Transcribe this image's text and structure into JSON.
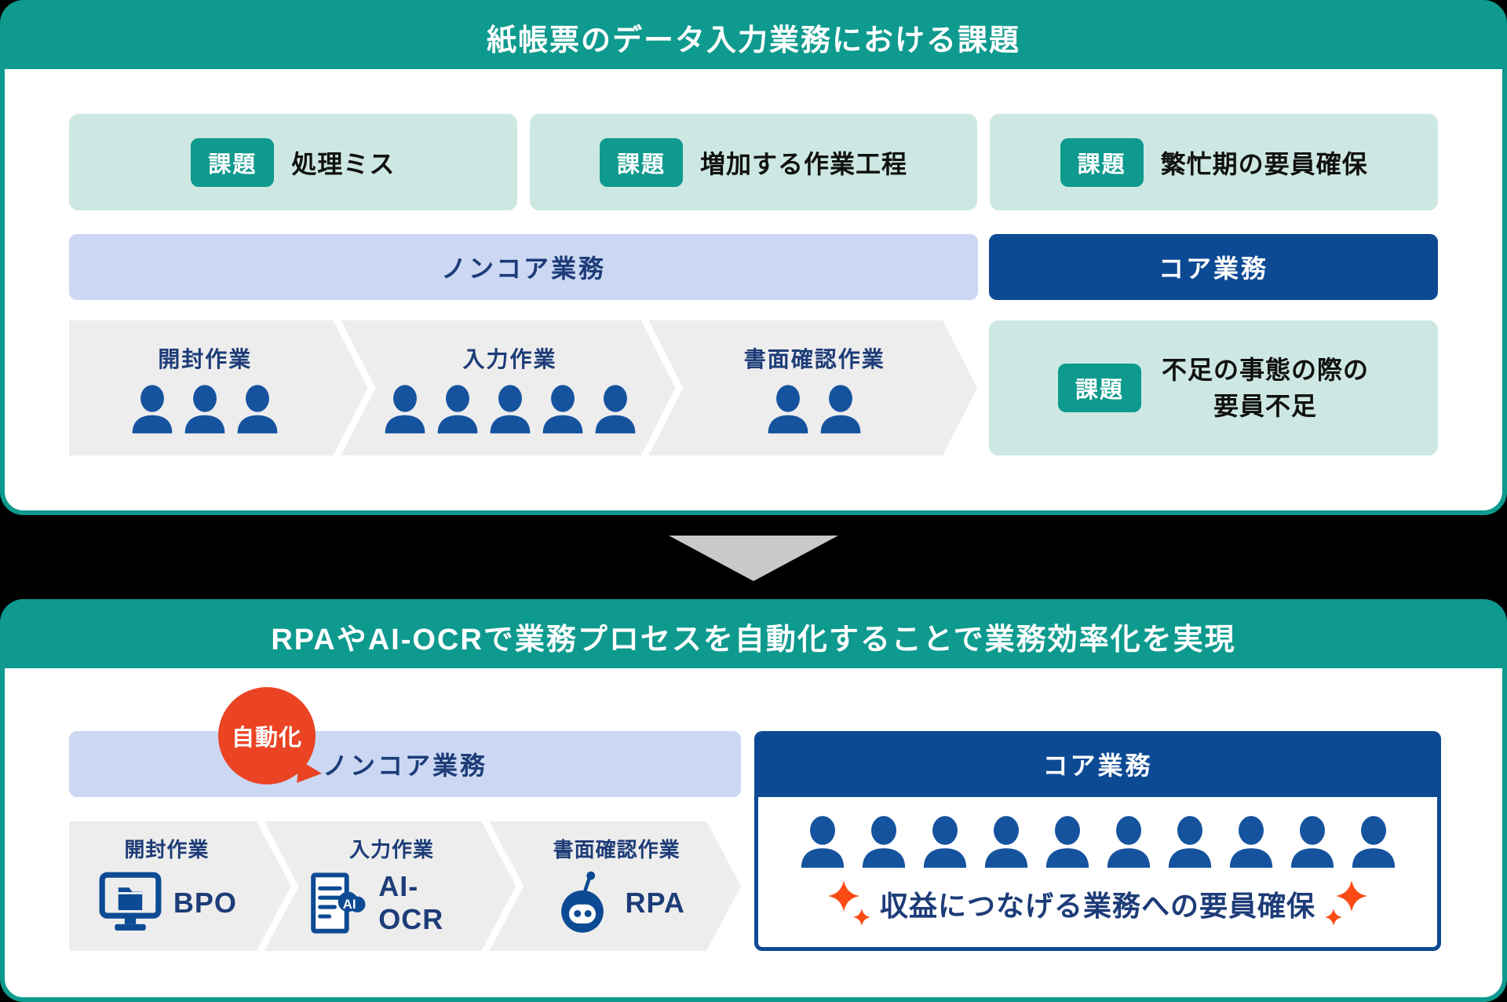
{
  "top_panel": {
    "title": "紙帳票のデータ入力業務における課題",
    "challenges": [
      {
        "badge": "課題",
        "text": "処理ミス"
      },
      {
        "badge": "課題",
        "text": "増加する作業工程"
      },
      {
        "badge": "課題",
        "text": "繁忙期の要員確保"
      }
    ],
    "noncore_label": "ノンコア業務",
    "core_label": "コア業務",
    "steps": [
      {
        "label": "開封作業",
        "workers": 3
      },
      {
        "label": "入力作業",
        "workers": 5
      },
      {
        "label": "書面確認作業",
        "workers": 2
      }
    ],
    "shortage_card": {
      "badge": "課題",
      "line1": "不足の事態の際の",
      "line2": "要員不足"
    }
  },
  "bottom_panel": {
    "title": "RPAやAI-OCRで業務プロセスを自動化することで業務効率化を実現",
    "automation_bubble": "自動化",
    "noncore_label": "ノンコア業務",
    "core_label": "コア業務",
    "ai_label": "AI",
    "steps": [
      {
        "label": "開封作業",
        "solution": "BPO",
        "icon": "monitor-folder-icon"
      },
      {
        "label": "入力作業",
        "solution": "AI-OCR",
        "icon": "ai-document-icon"
      },
      {
        "label": "書面確認作業",
        "solution": "RPA",
        "icon": "robot-icon"
      }
    ],
    "core_workers": 10,
    "core_message": "収益につなげる業務への要員確保"
  },
  "colors": {
    "teal": "#0e9a8e",
    "mint": "#cde8e2",
    "peri": "#ccd8f3",
    "blue": "#0d4a94",
    "person": "#15539f",
    "navy": "#1d3c78",
    "chevgray": "#ededed",
    "trigray": "#c9c9c9",
    "red": "#ea4424",
    "orange": "#fb4a14"
  }
}
